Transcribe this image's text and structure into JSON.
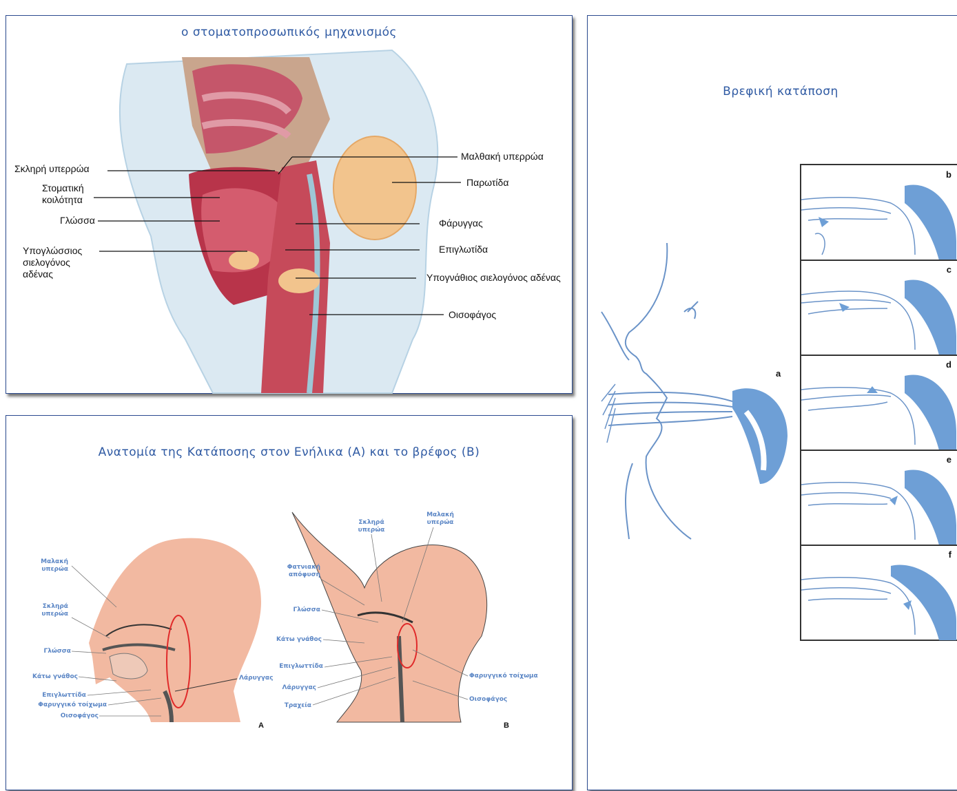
{
  "panel_top_left": {
    "title": "ο στοματοπροσωπικός μηχανισμός",
    "labels_left": [
      "Σκληρή υπερρώα",
      "Στοματική κοιλότητα",
      "Γλώσσα",
      "Υπογλώσσιος σιελογόνος αδένας"
    ],
    "labels_right": [
      "Μαλθακή υπερρώα",
      "Παρωτίδα",
      "Φάρυγγας",
      "Επιγλωτίδα",
      "Υπογνάθιος σιελογόνος αδένας",
      "Οισοφάγος"
    ]
  },
  "panel_bottom_left": {
    "title": "Ανατομία της Κατάποσης στον Ενήλικα (A) και το βρέφος (B)",
    "adult_labels": [
      "Μαλακή υπερώα",
      "Σκληρά υπερώα",
      "Γλώσσα",
      "Κάτω γνάθος",
      "Επιγλωττίδα",
      "Φαρυγγικό τοίχωμα",
      "Οισοφάγος",
      "Λάρυγγας"
    ],
    "infant_labels": [
      "Σκληρά υπερώα",
      "Μαλακή υπερώα",
      "Φατνιακή απόφυση",
      "Γλώσσα",
      "Κάτω γνάθος",
      "Επιγλωττίδα",
      "Λάρυγγας",
      "Τραχεία",
      "Φαρυγγικό τοίχωμα",
      "Οισοφάγος"
    ],
    "letter_a": "A",
    "letter_b": "B"
  },
  "panel_right": {
    "title": "Βρεφική κατάποση",
    "main_letter": "a",
    "frame_letters": [
      "b",
      "c",
      "d",
      "e",
      "f"
    ]
  },
  "colors": {
    "border": "#2b4a8f",
    "title": "#2f5aa3",
    "outline_blue": "#6a93c8",
    "fill_blue": "#6e9fd6",
    "skin": "#f2b9a1",
    "label_blue": "#5b86c5"
  }
}
